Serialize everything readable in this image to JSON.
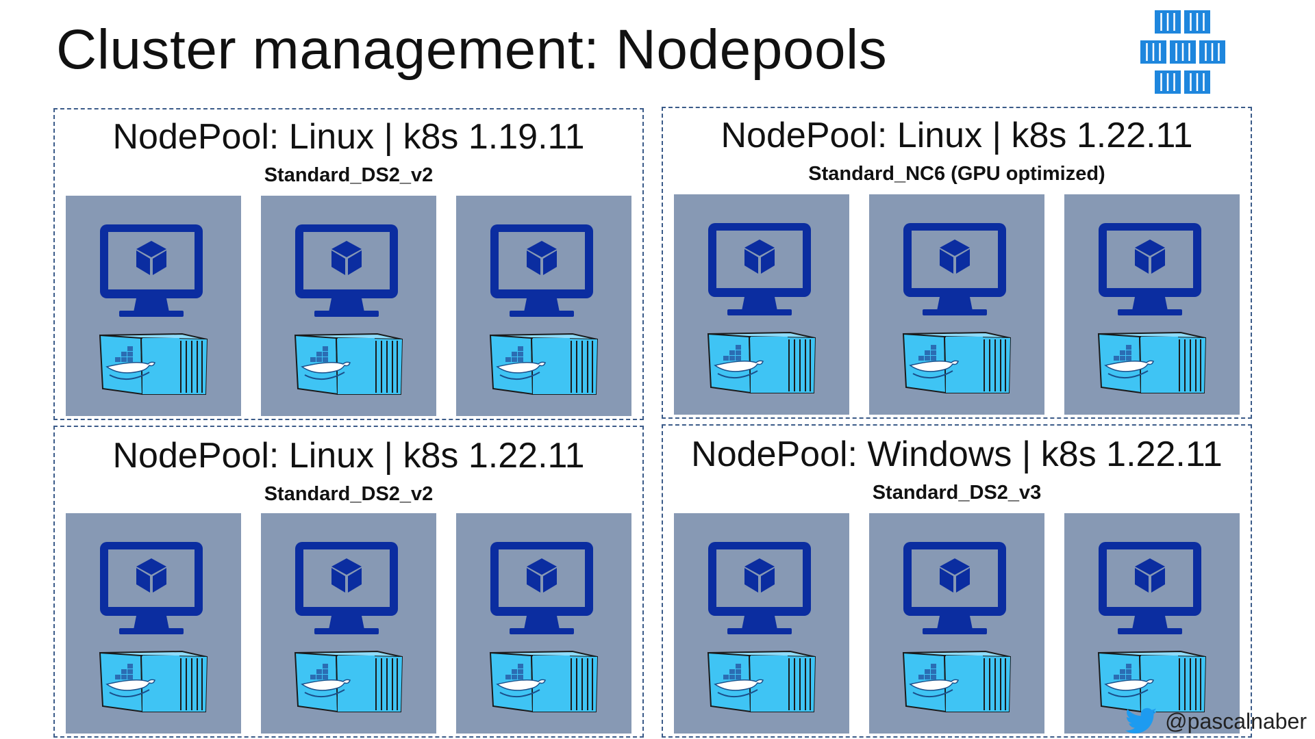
{
  "title": "Cluster management: Nodepools",
  "colors": {
    "node_bg": "#8799b4",
    "monitor": "#0b2da0",
    "container": "#3fc4f4",
    "border": "#3a5a88",
    "logo": "#1e86dd",
    "twitter": "#1d9bf0"
  },
  "icons": {
    "logo": "kubernetes-service-logo-icon",
    "node_monitor": "virtual-machine-icon",
    "node_container": "docker-container-icon",
    "social": "twitter-bird-icon"
  },
  "nodepools": [
    {
      "title": "NodePool: Linux | k8s 1.19.11",
      "sku": "Standard_DS2_v2",
      "node_count": 3
    },
    {
      "title": "NodePool: Linux | k8s 1.22.11",
      "sku": "Standard_NC6 (GPU optimized)",
      "node_count": 3
    },
    {
      "title": "NodePool: Linux | k8s 1.22.11",
      "sku": "Standard_DS2_v2",
      "node_count": 3
    },
    {
      "title": "NodePool: Windows | k8s 1.22.11",
      "sku": "Standard_DS2_v3",
      "node_count": 3
    }
  ],
  "footer": {
    "handle": "@pascalnaber"
  }
}
